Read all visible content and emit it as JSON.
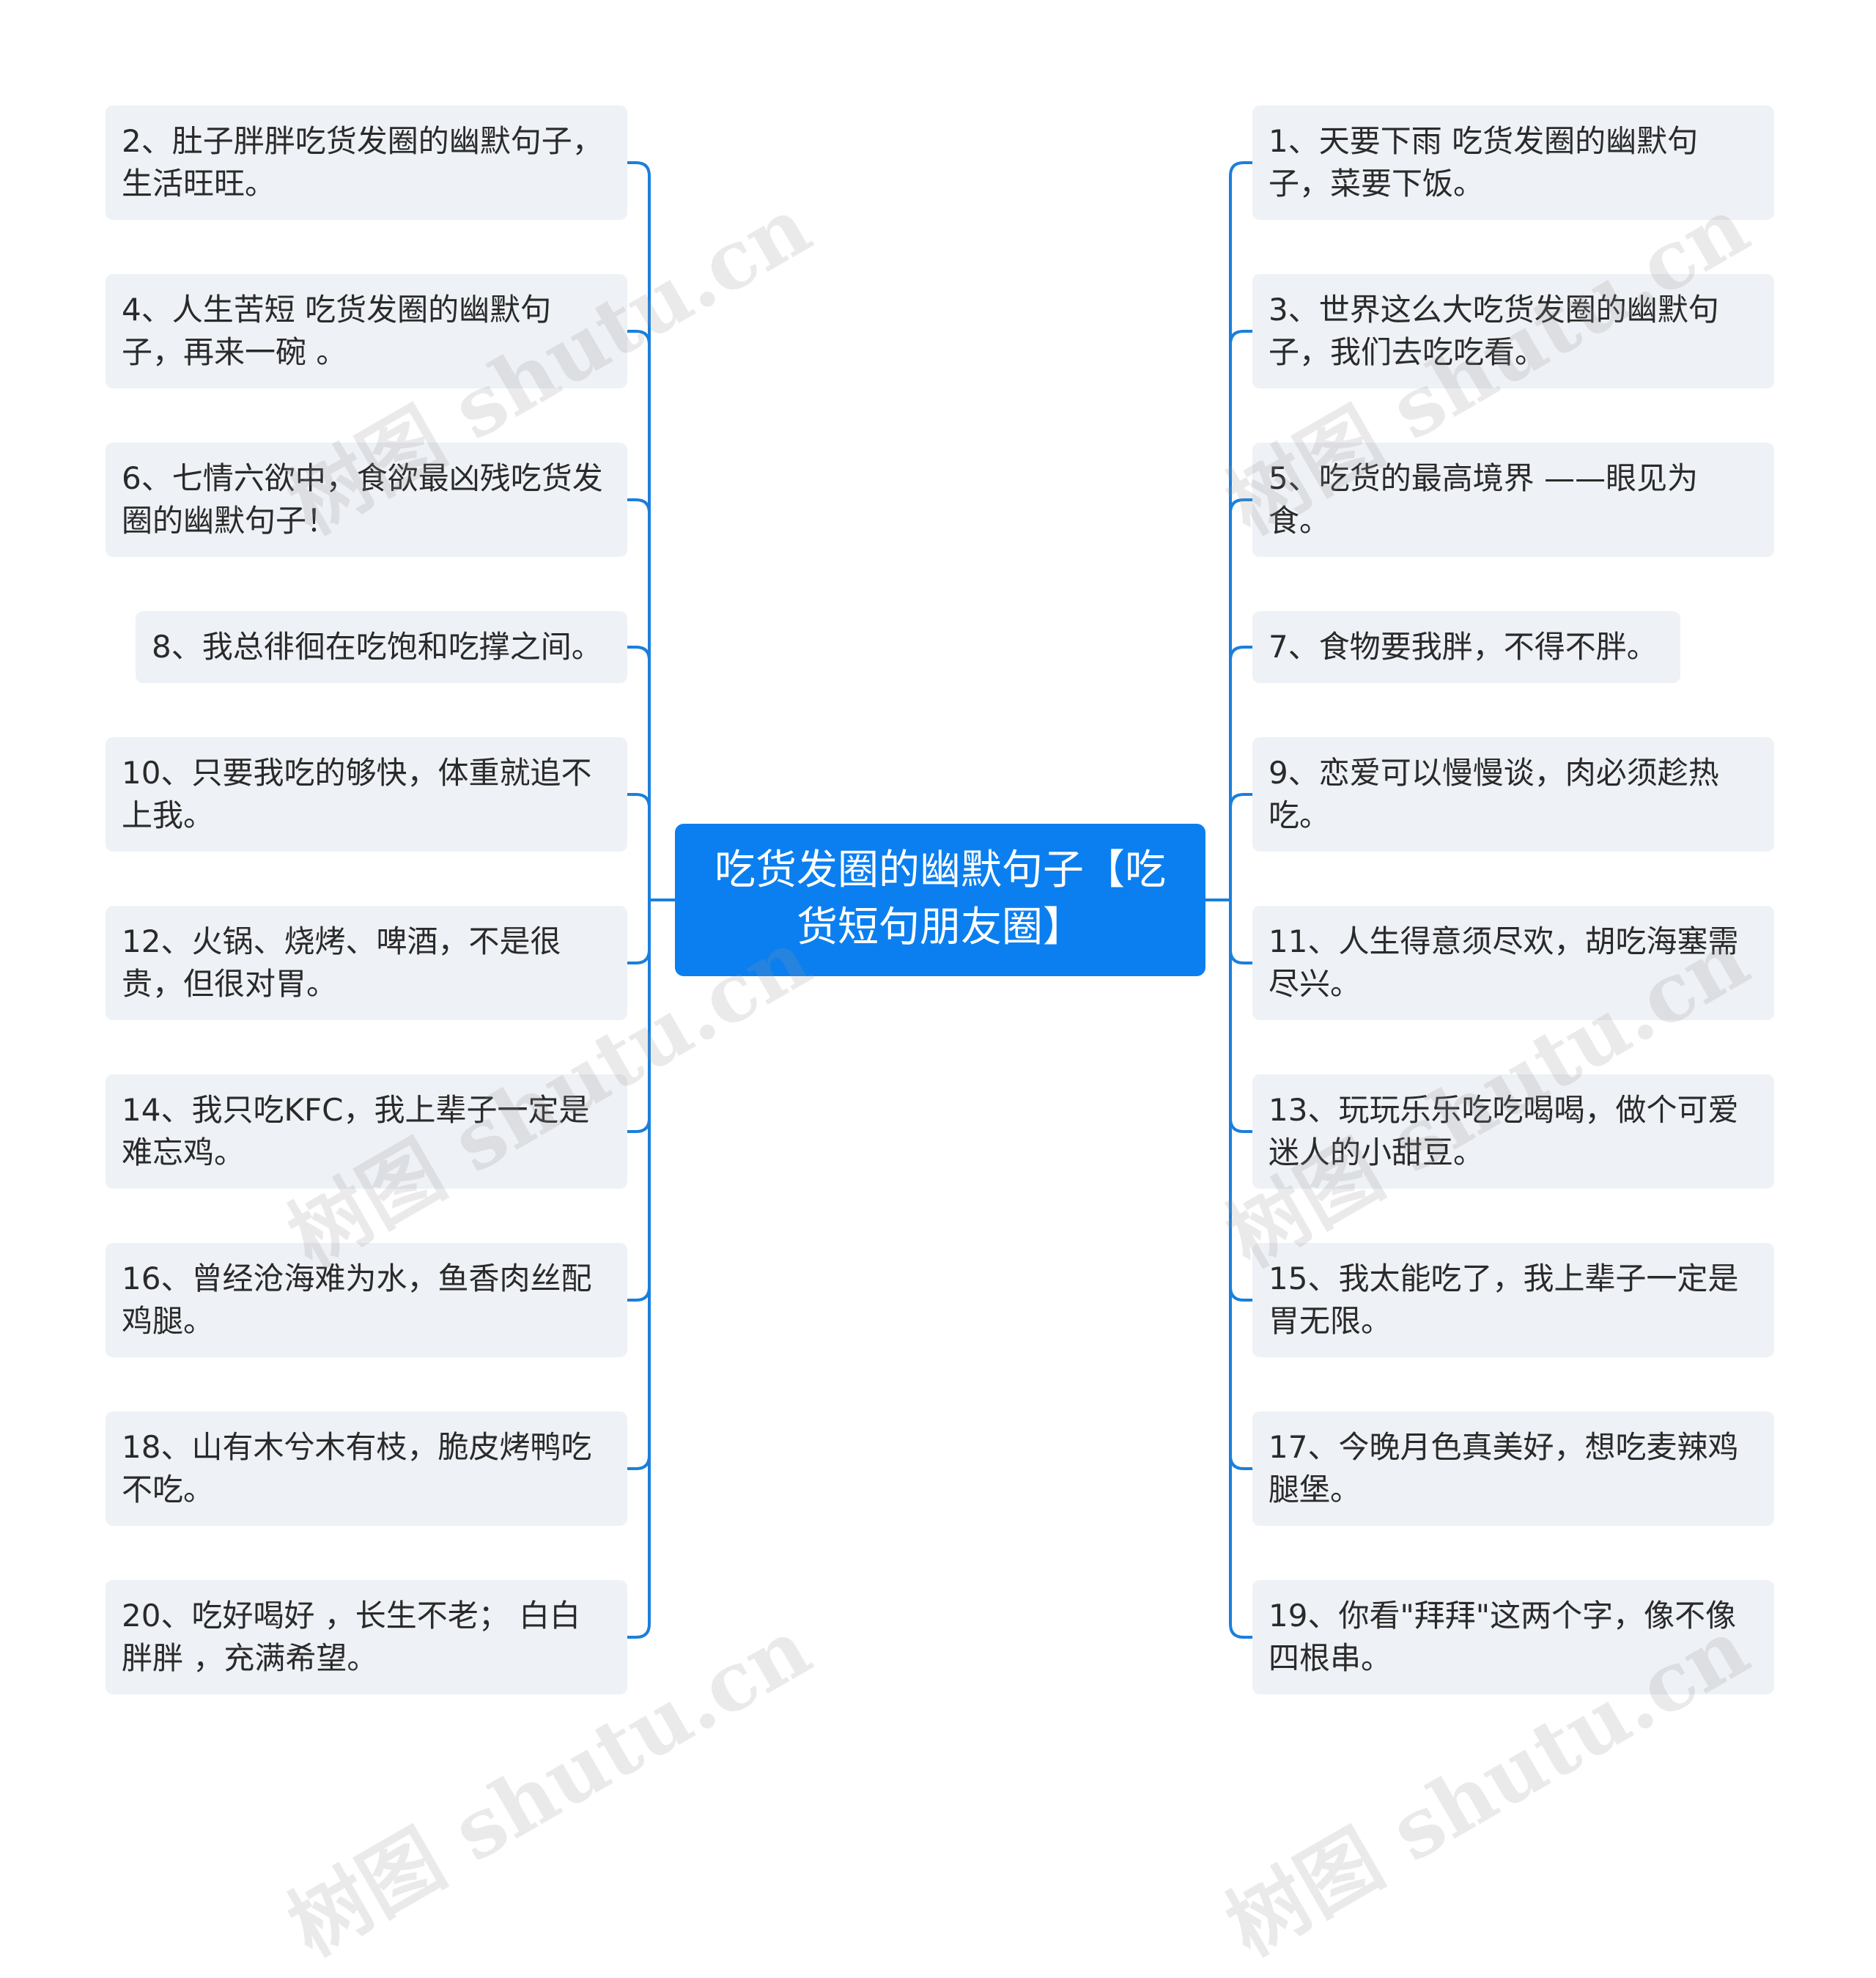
{
  "root": {
    "title": "吃货发圈的幽默句子【吃货短句朋友圈】"
  },
  "left_nodes": [
    "2、肚子胖胖吃货发圈的幽默句子，生活旺旺。",
    "4、人生苦短 吃货发圈的幽默句子，再来一碗 。",
    "6、七情六欲中，食欲最凶残吃货发圈的幽默句子！",
    "8、我总徘徊在吃饱和吃撑之间。",
    "10、只要我吃的够快，体重就追不上我。",
    "12、火锅、烧烤、啤酒，不是很贵，但很对胃。",
    "14、我只吃KFC，我上辈子一定是难忘鸡。",
    "16、曾经沧海难为水，鱼香肉丝配鸡腿。",
    "18、山有木兮木有枝，脆皮烤鸭吃不吃。",
    "20、吃好喝好 ，长生不老； 白白胖胖 ，充满希望。"
  ],
  "right_nodes": [
    "1、天要下雨 吃货发圈的幽默句子，菜要下饭。",
    "3、世界这么大吃货发圈的幽默句子，我们去吃吃看。",
    "5、吃货的最高境界 ——眼见为食。",
    "7、食物要我胖，不得不胖。",
    "9、恋爱可以慢慢谈，肉必须趁热吃。",
    "11、人生得意须尽欢，胡吃海塞需尽兴。",
    "13、玩玩乐乐吃吃喝喝，做个可爱迷人的小甜豆。",
    "15、我太能吃了，我上辈子一定是胃无限。",
    "17、今晚月色真美好，想吃麦辣鸡腿堡。",
    "19、你看\"拜拜\"这两个字，像不像四根串。"
  ],
  "watermark": "树图 shutu.cn",
  "colors": {
    "accent": "#0b7ff0",
    "connector": "#1a7fdc",
    "node_bg": "#eef1f5"
  }
}
